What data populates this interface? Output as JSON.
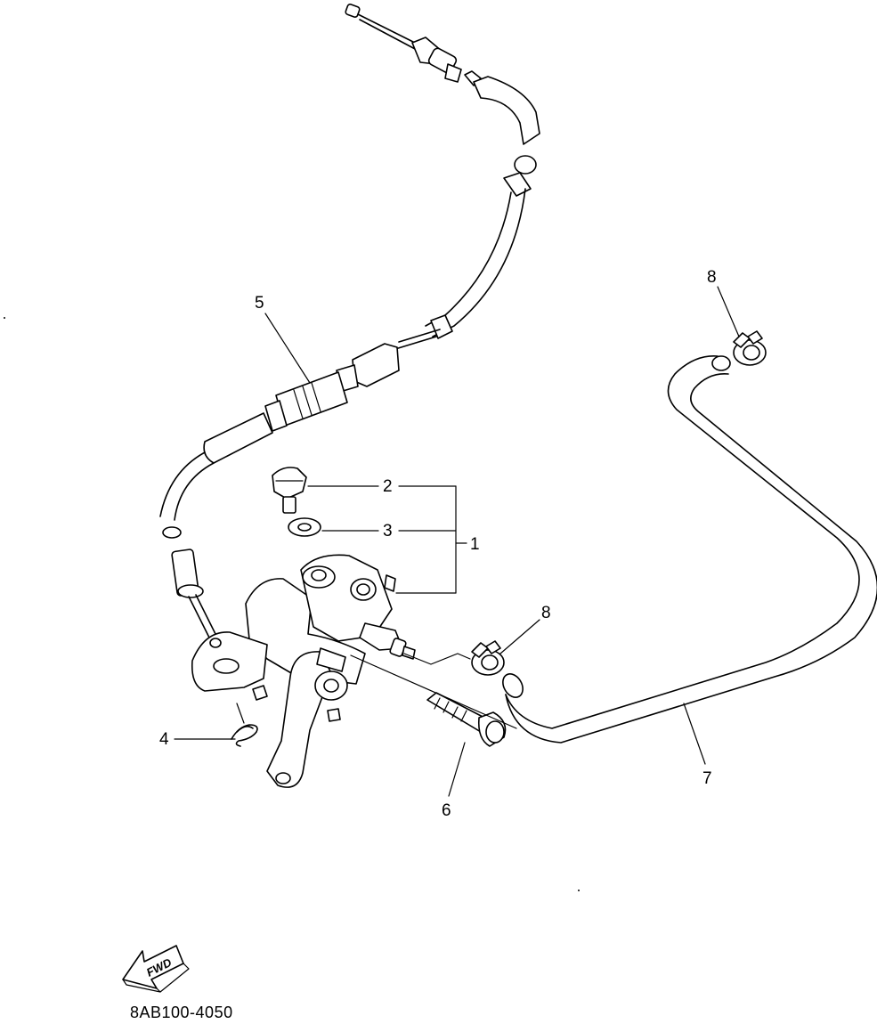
{
  "callouts": {
    "c1": "1",
    "c2": "2",
    "c3": "3",
    "c4": "4",
    "c5": "5",
    "c6": "6",
    "c7": "7",
    "c8_top": "8",
    "c8_mid": "8"
  },
  "fwd_label": "FWD",
  "diagram_code": "8AB100-4050"
}
